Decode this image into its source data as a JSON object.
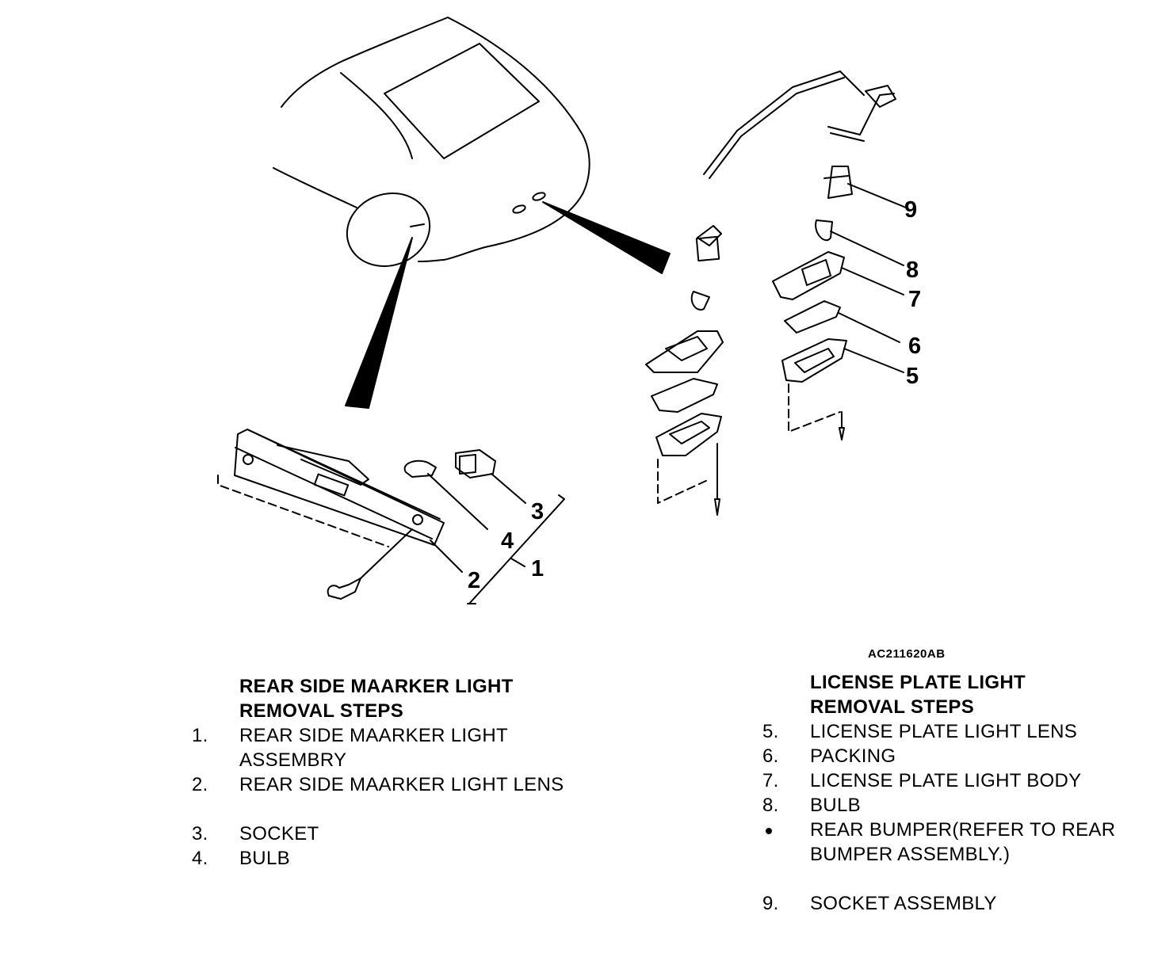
{
  "figure_code": "AC211620AB",
  "callouts": [
    "1",
    "2",
    "3",
    "4",
    "5",
    "6",
    "7",
    "8",
    "9"
  ],
  "left_section": {
    "heading_line1": "REAR SIDE MAARKER LIGHT",
    "heading_line2": "REMOVAL STEPS",
    "steps": [
      {
        "num": "1.",
        "text": "REAR SIDE MAARKER LIGHT ASSEMBRY"
      },
      {
        "num": "2.",
        "text": "REAR SIDE MAARKER LIGHT LENS"
      },
      {
        "num": "3.",
        "text": "SOCKET"
      },
      {
        "num": "4.",
        "text": "BULB"
      }
    ]
  },
  "right_section": {
    "heading_line1": "LICENSE PLATE LIGHT",
    "heading_line2": "REMOVAL STEPS",
    "steps": [
      {
        "num": "5.",
        "text": "LICENSE PLATE LIGHT LENS"
      },
      {
        "num": "6.",
        "text": "PACKING"
      },
      {
        "num": "7.",
        "text": "LICENSE PLATE LIGHT BODY"
      },
      {
        "num": "8.",
        "text": "BULB"
      },
      {
        "text": "REAR BUMPER(REFER TO REAR BUMPER ASSEMBLY.)"
      },
      {
        "num": "9.",
        "text": "SOCKET ASSEMBLY"
      }
    ]
  }
}
